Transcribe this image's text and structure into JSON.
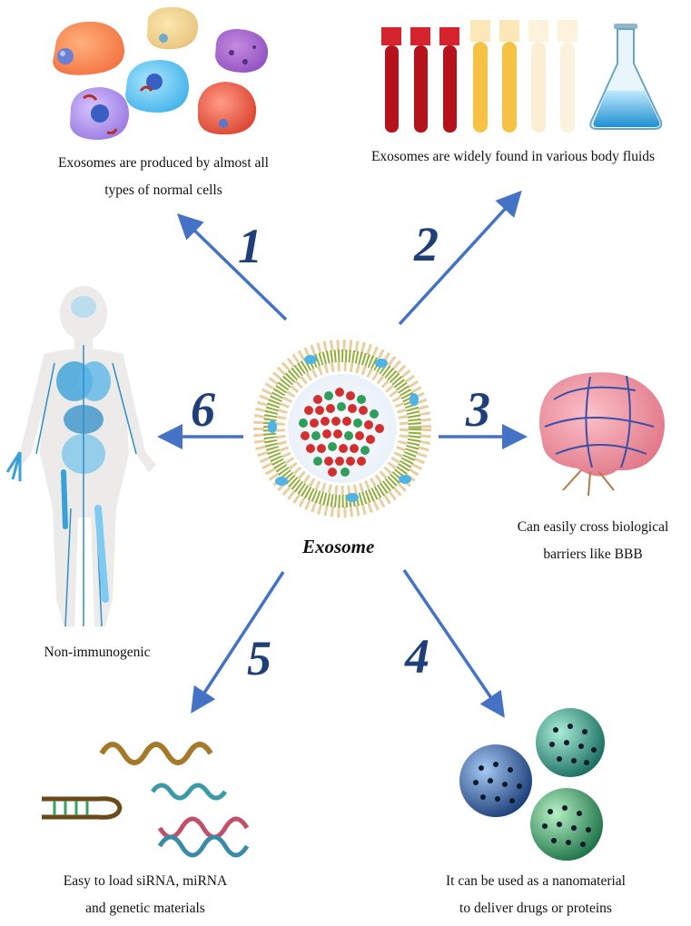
{
  "center": {
    "label": "Exosome"
  },
  "items": [
    {
      "number": "1",
      "caption_line1": "Exosomes are produced by almost all",
      "caption_line2": "types of normal cells",
      "icon": "cells-icon"
    },
    {
      "number": "2",
      "caption_line1": "Exosomes are widely found in various body fluids",
      "caption_line2": "",
      "icon": "body-fluids-icon"
    },
    {
      "number": "3",
      "caption_line1": "Can easily cross biological",
      "caption_line2": "barriers like BBB",
      "icon": "brain-icon"
    },
    {
      "number": "4",
      "caption_line1": "It can be used as a nanomaterial",
      "caption_line2": "to deliver drugs or proteins",
      "icon": "nanoparticles-icon"
    },
    {
      "number": "5",
      "caption_line1": "Easy to load siRNA, miRNA",
      "caption_line2": "and genetic materials",
      "icon": "rna-dna-icon"
    },
    {
      "number": "6",
      "caption_line1": "Non-immunogenic",
      "caption_line2": "",
      "icon": "human-body-icon"
    }
  ],
  "colors": {
    "arrow": "#4472c4",
    "number": "#1f3f78",
    "membrane_head": "#e8cfa0",
    "membrane_tail": "#8fae3c",
    "cargo_red": "#d32f2f",
    "cargo_green": "#2e9e5a",
    "body_blue": "#3aa0d8"
  }
}
